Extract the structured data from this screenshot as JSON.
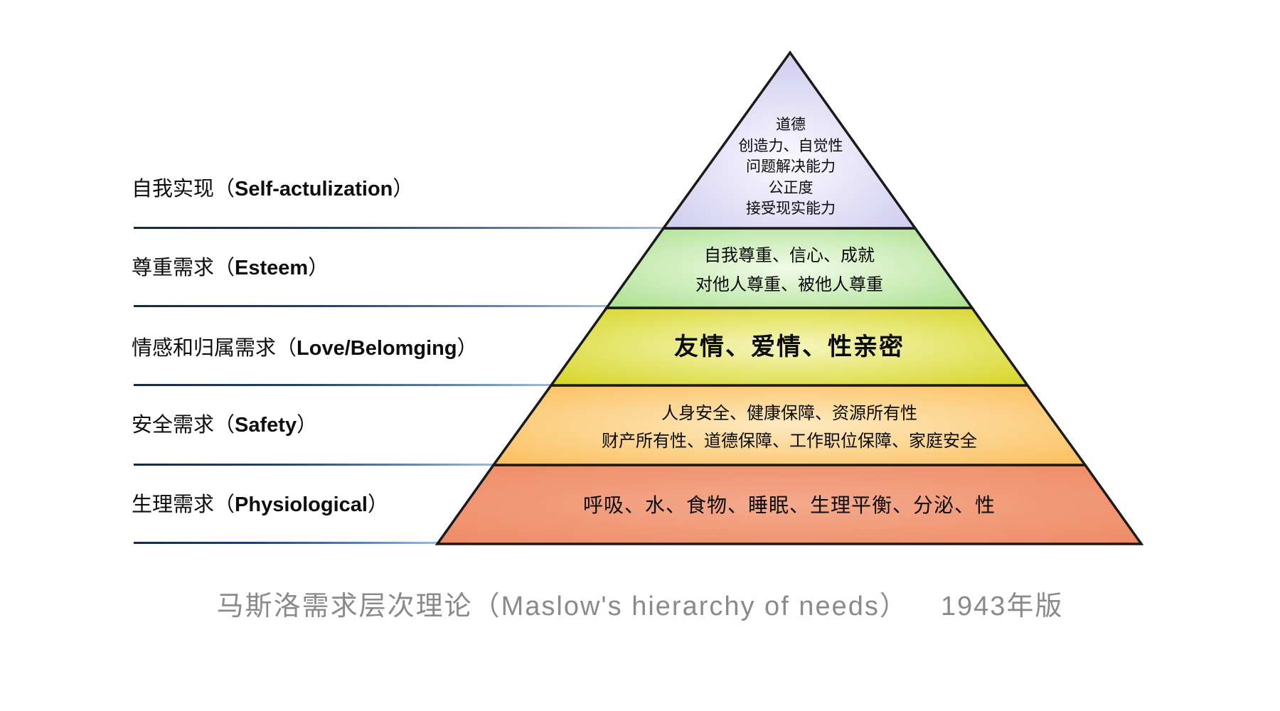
{
  "title": {
    "main": "马斯洛需求层次理论（Maslow's hierarchy of needs）",
    "edition": "1943年版",
    "color": "#8a8a8a"
  },
  "ui": {
    "paren_open": "（",
    "paren_close": "）",
    "outline_color": "#1a1a1a",
    "separator_color_start": "#16293f",
    "separator_color_end": "#9fbbdb"
  },
  "pyramid": {
    "levels": [
      {
        "id": "self-actualization",
        "side_label_zh": "自我实现",
        "side_label_en": "Self-actulization",
        "band_lines": [
          "道德",
          "创造力、自觉性",
          "问题解决能力",
          "公正度",
          "接受现实能力"
        ],
        "color_edge": "#c6c2ec",
        "color_center": "#faf9fe"
      },
      {
        "id": "esteem",
        "side_label_zh": "尊重需求",
        "side_label_en": "Esteem",
        "band_lines": [
          "自我尊重、信心、成就",
          "对他人尊重、被他人尊重"
        ],
        "color_edge": "#aadf8d",
        "color_center": "#f1fbe9"
      },
      {
        "id": "love-belonging",
        "side_label_zh": "情感和归属需求",
        "side_label_en": "Love/Belomging",
        "band_lines": [
          "友情、爱情、性亲密"
        ],
        "color_edge": "#d5d41f",
        "color_center": "#f6f6bf"
      },
      {
        "id": "safety",
        "side_label_zh": "安全需求",
        "side_label_en": "Safety",
        "band_lines": [
          "人身安全、健康保障、资源所有性",
          "财产所有性、道德保障、工作职位保障、家庭安全"
        ],
        "color_edge": "#fbbd59",
        "color_center": "#fdeac0"
      },
      {
        "id": "physiological",
        "side_label_zh": "生理需求",
        "side_label_en": "Physiological",
        "band_lines": [
          "呼吸、水、食物、睡眠、生理平衡、分泌、性"
        ],
        "color_edge": "#ee8a65",
        "color_center": "#f4aa8c"
      }
    ]
  }
}
